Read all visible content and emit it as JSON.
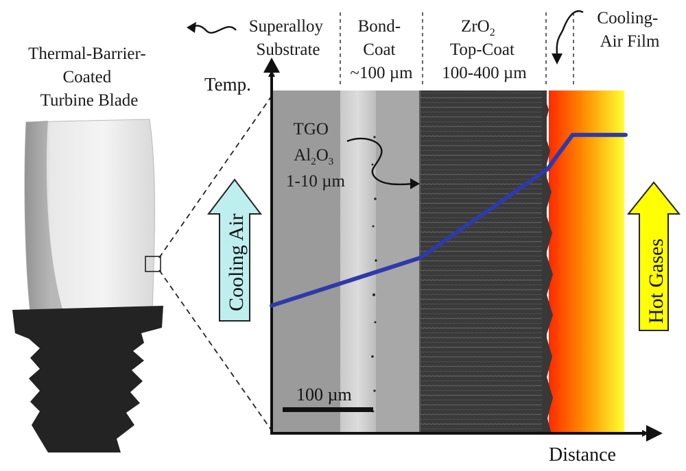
{
  "blade": {
    "title_lines": [
      "Thermal-Barrier-",
      "Coated",
      "Turbine Blade"
    ]
  },
  "layers": {
    "substrate": [
      "Superalloy",
      "Substrate"
    ],
    "bond_coat": [
      "Bond-",
      "Coat",
      "~100 µm"
    ],
    "top_coat": [
      "ZrO",
      "2",
      "Top-Coat",
      "100-400 µm"
    ],
    "air_film": [
      "Cooling-",
      "Air Film"
    ]
  },
  "tgo": {
    "line1": "TGO",
    "line2_prefix": "Al",
    "line2_sub1": "2",
    "line2_mid": "O",
    "line2_sub2": "3",
    "line3": "1-10 µm"
  },
  "axes": {
    "y_label": "Temp.",
    "x_label": "Distance"
  },
  "scale_bar": "100 µm",
  "arrows": {
    "left": "Cooling Air",
    "right": "Hot Gases"
  },
  "colors": {
    "temperature_line": "#2e3aa8",
    "cooling_arrow": "#bfeeee",
    "hot_arrow": "#ffff00",
    "hot_gradient_start": "#ff2200",
    "hot_gradient_end": "#ffff33"
  },
  "temperature_profile": [
    {
      "x": 0.0,
      "t": 0.37
    },
    {
      "x": 0.42,
      "t": 0.51
    },
    {
      "x": 0.78,
      "t": 0.77
    },
    {
      "x": 0.8,
      "t": 0.8
    },
    {
      "x": 0.85,
      "t": 0.87
    },
    {
      "x": 1.0,
      "t": 0.87
    }
  ]
}
